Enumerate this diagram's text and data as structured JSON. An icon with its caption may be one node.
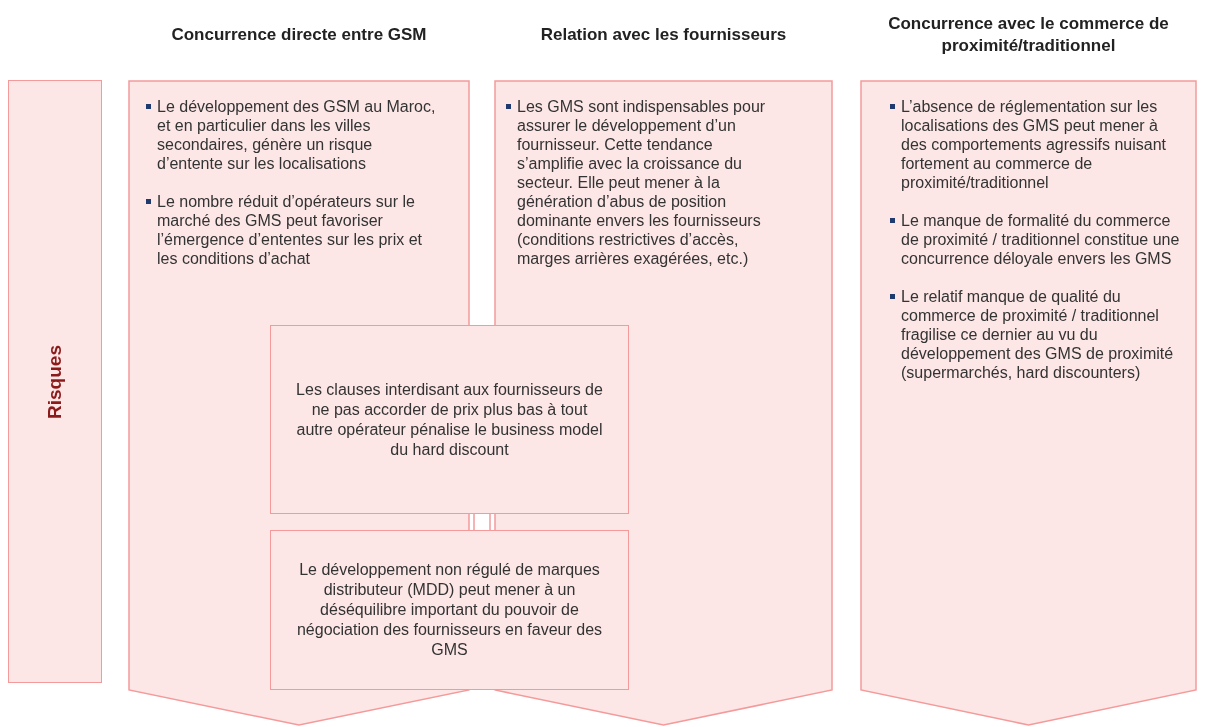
{
  "diagram": {
    "nodes": [
      {
        "text": [
          "Risques"
        ]
      },
      {
        "text": [
          "Concurrence directe entre GSM",
          "Le développement des GSM au Maroc, et en particulier dans les villes secondaires, génère un risque d’entente sur les localisations",
          "Le nombre réduit d’opérateurs sur le marché des GMS peut favoriser l’émergence d’ententes sur les prix et les conditions d’achat"
        ]
      },
      {
        "text": [
          "Relation avec les fournisseurs",
          "Les GMS sont indispensables pour assurer le développement d’un fournisseur. Cette tendance s’amplifie avec la croissance du secteur. Elle peut mener à la génération d’abus de position dominante envers les fournisseurs (conditions restrictives d’accès, marges arrières exagérées, etc.)"
        ]
      },
      {
        "text": [
          "Concurrence avec le commerce de proximité/traditionnel",
          "L’absence de réglementation sur les localisations des GMS peut mener à des comportements agressifs nuisant fortement au commerce de proximité/traditionnel",
          "Le manque de formalité du commerce de proximité / traditionnel constitue une concurrence déloyale envers les GMS",
          "Le relatif manque de qualité du commerce de proximité / traditionnel fragilise ce dernier au vu du développement des GMS de proximité (supermarchés, hard discounters)"
        ]
      },
      {
        "text": [
          "Les clauses interdisant aux fournisseurs de ne pas accorder de prix plus bas à tout autre opérateur pénalise le business model du hard discount"
        ]
      },
      {
        "text": [
          "Le développement non régulé de marques distributeur (MDD) peut mener à un déséquilibre important du pouvoir de négociation des fournisseurs en faveur des GMS"
        ]
      }
    ],
    "edges": [
      {
        "from": 4,
        "to": 5,
        "arrow": "none"
      }
    ]
  }
}
